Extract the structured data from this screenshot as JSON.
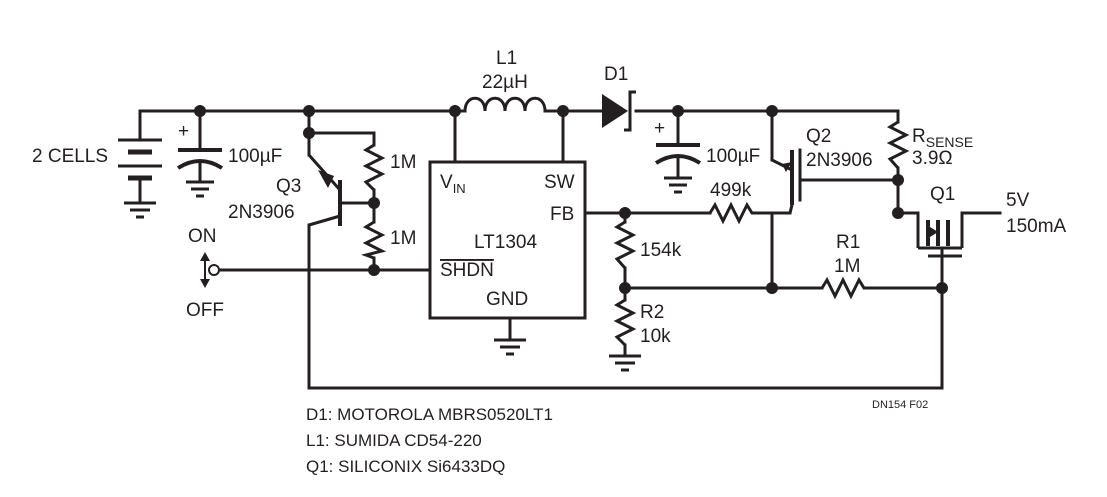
{
  "battery": {
    "label": "2 CELLS"
  },
  "c_in": {
    "value": "100µF",
    "polarity": "+"
  },
  "c_out": {
    "value": "100µF",
    "polarity": "+"
  },
  "l1": {
    "ref": "L1",
    "value": "22µH"
  },
  "d1": {
    "ref": "D1"
  },
  "q3": {
    "ref": "Q3",
    "part": "2N3906"
  },
  "q2": {
    "ref": "Q2",
    "part": "2N3906"
  },
  "q1": {
    "ref": "Q1"
  },
  "r_q3_top": {
    "value": "1M"
  },
  "r_q3_bot": {
    "value": "1M"
  },
  "ic": {
    "name": "LT1304",
    "pin_vin_main": "V",
    "pin_vin_sub": "IN",
    "pin_sw": "SW",
    "pin_fb": "FB",
    "pin_shdn": "SHDN",
    "pin_gnd": "GND"
  },
  "r_499k": {
    "value": "499k"
  },
  "r_154k": {
    "value": "154k"
  },
  "r2": {
    "ref": "R2",
    "value": "10k"
  },
  "r1": {
    "ref": "R1",
    "value": "1M"
  },
  "r_sense": {
    "ref_main": "R",
    "ref_sub": "SENSE",
    "value": "3.9Ω"
  },
  "switch": {
    "on": "ON",
    "off": "OFF"
  },
  "output": {
    "voltage": "5V",
    "current": "150mA"
  },
  "notes": [
    "D1: MOTOROLA MBRS0520LT1",
    "L1: SUMIDA CD54-220",
    "Q1: SILICONIX Si6433DQ"
  ],
  "figure_id": "DN154 F02",
  "colors": {
    "ink": "#231f20",
    "background": "#ffffff"
  }
}
